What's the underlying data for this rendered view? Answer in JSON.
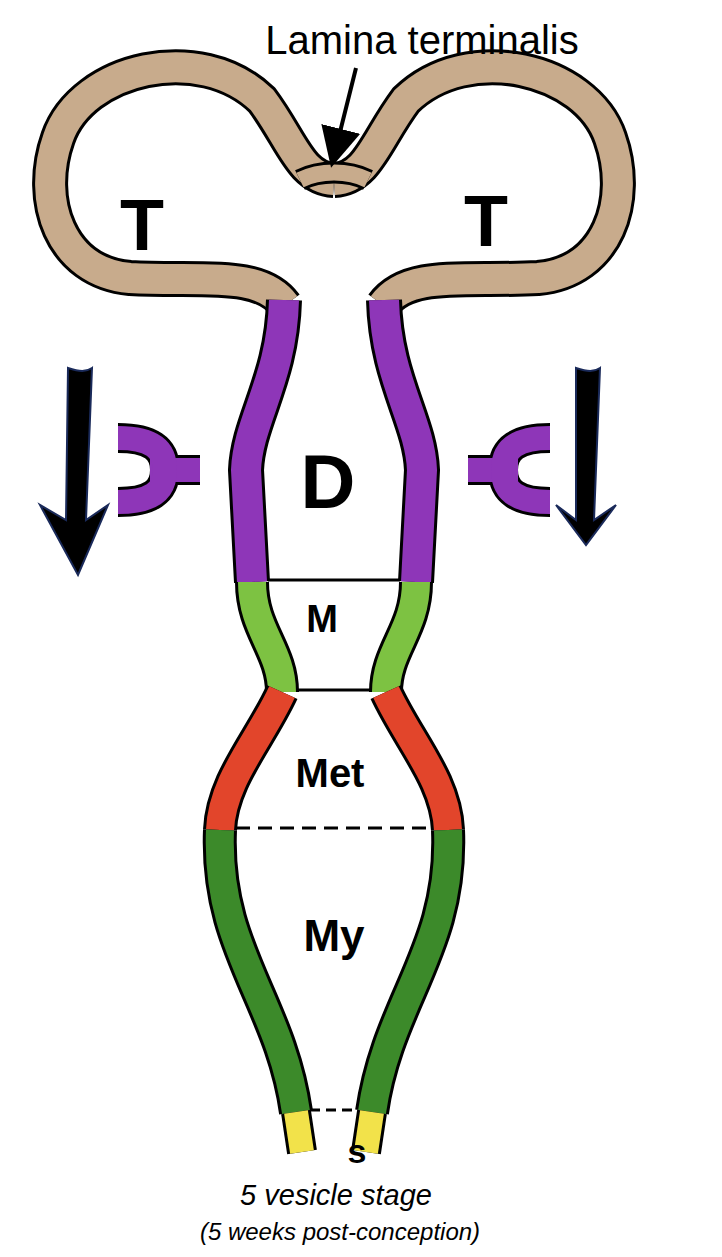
{
  "diagram": {
    "caption": "5 vesicle stage",
    "labels": [
      "Lamina terminalis",
      "T",
      "T",
      "D",
      "M",
      "Met",
      "My",
      "s",
      "(5 weeks post-conception)"
    ]
  }
}
